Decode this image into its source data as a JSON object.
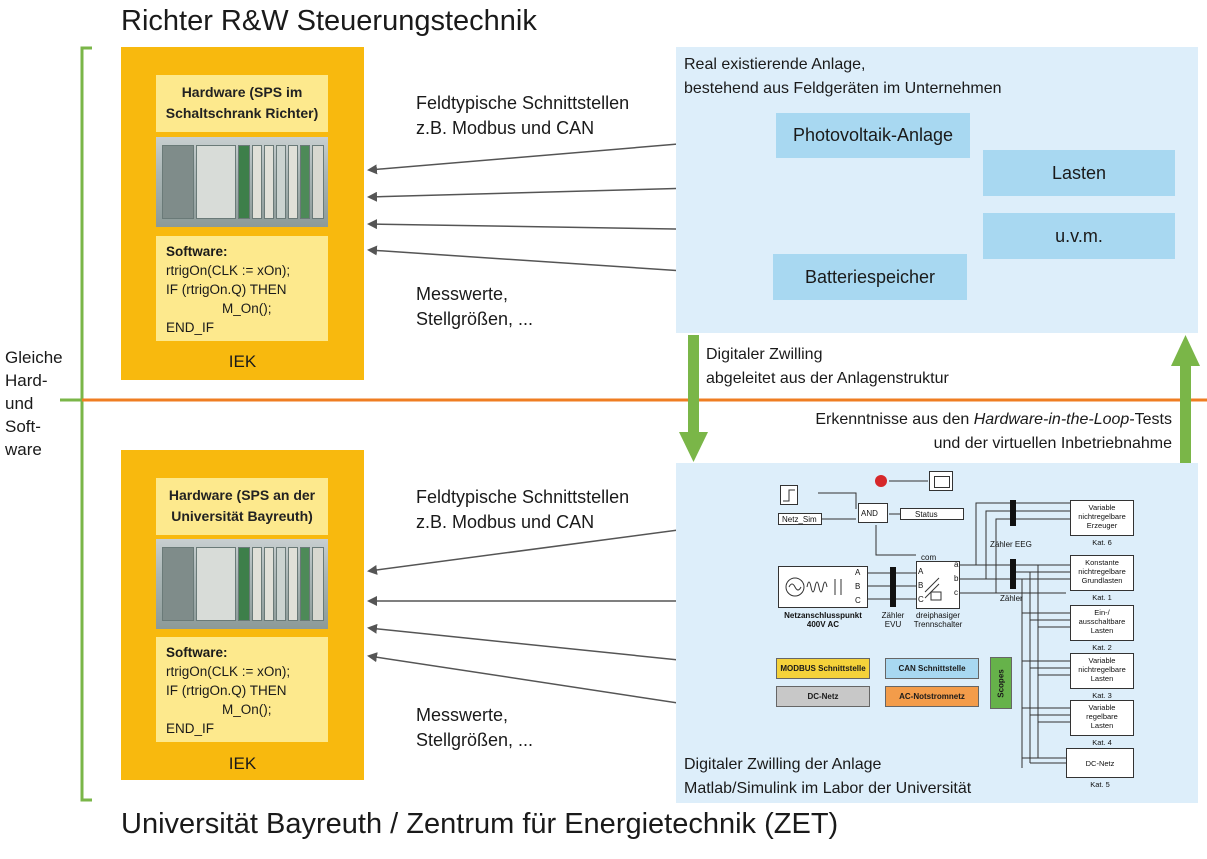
{
  "titles": {
    "top": "Richter R&W Steuerungstechnik",
    "bottom": "Universität Bayreuth / Zentrum für Energietechnik (ZET)"
  },
  "side_label": [
    "Gleiche",
    "Hard-",
    "und",
    "Soft-",
    "ware"
  ],
  "top_panel": {
    "hardware_title": [
      "Hardware (SPS im",
      "Schaltschrank Richter)"
    ],
    "software": [
      "Software:",
      "rtrigOn(CLK := xOn);",
      "IF (rtrigOn.Q) THEN",
      "M_On();",
      "END_IF"
    ],
    "iek": "IEK"
  },
  "bottom_panel": {
    "hardware_title": [
      "Hardware (SPS an der",
      "Universität Bayreuth)"
    ],
    "software": [
      "Software:",
      "rtrigOn(CLK := xOn);",
      "IF (rtrigOn.Q) THEN",
      "M_On();",
      "END_IF"
    ],
    "iek": "IEK"
  },
  "interfaces_top": [
    "Feldtypische Schnittstellen",
    "z.B. Modbus und CAN"
  ],
  "measure_top": [
    "Messwerte,",
    "Stellgrößen, ..."
  ],
  "interfaces_bottom": [
    "Feldtypische Schnittstellen",
    "z.B. Modbus und CAN"
  ],
  "measure_bottom": [
    "Messwerte,",
    "Stellgrößen, ..."
  ],
  "real_plant": {
    "title": [
      "Real existierende Anlage,",
      "bestehend aus Feldgeräten im Unternehmen"
    ],
    "devices": [
      "Photovoltaik-Anlage",
      "Lasten",
      "u.v.m.",
      "Batteriespeicher"
    ]
  },
  "digital_twin_arrow": [
    "Digitaler Zwilling",
    "abgeleitet aus der Anlagenstruktur"
  ],
  "findings": {
    "line1_prefix": "Erkenntnisse aus den ",
    "line1_italic": "Hardware-in-the-Loop",
    "line1_suffix": "-Tests",
    "line2": "und der virtuellen Inbetriebnahme"
  },
  "twin_area": {
    "caption": [
      "Digitaler Zwilling der Anlage",
      "Matlab/Simulink im Labor der Universität"
    ]
  },
  "simulink": {
    "netz_sim": "Netz_Sim",
    "and": "AND",
    "status": "Status",
    "com": "com",
    "netzanschluss": [
      "Netzanschlusspunkt",
      "400V AC"
    ],
    "zaehler_evu": [
      "Zähler",
      "EVU"
    ],
    "trennschalter": [
      "dreiphasiger",
      "Trennschalter"
    ],
    "zaehler_eeg": "Zähler EEG",
    "zaehler": "Zähler",
    "phases": [
      "A",
      "B",
      "C"
    ],
    "ports": [
      "a",
      "b",
      "c"
    ],
    "legend": {
      "modbus": "MODBUS Schnittstelle",
      "can": "CAN Schnittstelle",
      "dc": "DC-Netz",
      "ac": "AC-Notstromnetz",
      "scopes": "Scopes"
    },
    "categories": [
      {
        "lines": [
          "Variable",
          "nichtregelbare",
          "Erzeuger"
        ],
        "kat": "Kat. 6"
      },
      {
        "lines": [
          "Konstante",
          "nichtregelbare",
          "Grundlasten"
        ],
        "kat": "Kat. 1"
      },
      {
        "lines": [
          "Ein-/",
          "ausschaltbare",
          "Lasten"
        ],
        "kat": "Kat. 2"
      },
      {
        "lines": [
          "Variable",
          "nichtregelbare",
          "Lasten"
        ],
        "kat": "Kat. 3"
      },
      {
        "lines": [
          "Variable",
          "regelbare",
          "Lasten"
        ],
        "kat": "Kat. 4"
      },
      {
        "lines": [
          "DC-Netz"
        ],
        "kat": "Kat. 5"
      }
    ]
  },
  "colors": {
    "iek_orange": "#f8b90e",
    "panel_yellow": "#fde98d",
    "area_blue": "#ddeefa",
    "box_blue": "#a8d8f1",
    "bracket_green": "#7ab648",
    "divider_orange": "#ef7d22"
  }
}
